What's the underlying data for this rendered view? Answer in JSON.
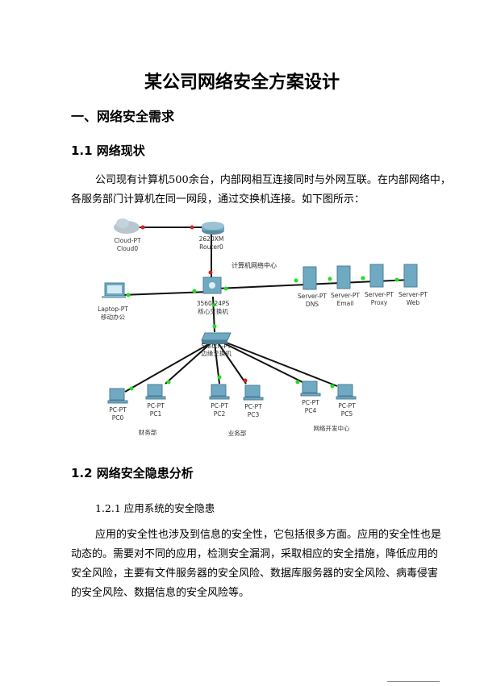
{
  "title": "某公司网络安全方案设计",
  "section1": {
    "heading": "一、网络安全需求",
    "sub1": {
      "heading": "1.1 网络现状",
      "lines": [
        "公司现有计算机500余台，内部网相互连接同时与外网互联。在内部网络中，",
        "各服务部门计算机在同一网段，通过交换机连接。如下图所示："
      ]
    },
    "sub2": {
      "heading": "1.2 网络安全隐患分析",
      "sub": {
        "heading": "1.2.1 应用系统的安全隐患",
        "lines": [
          "应用的安全性也涉及到信息的安全性，它包括很多方面。应用的安全性也是",
          "动态的。需要对不同的应用，检测安全漏洞，采取相应的安全措施，降低应用的",
          "安全风险，主要有文件服务器的安全风险、数据库服务器的安全风险、病毒侵害",
          "的安全风险、数据信息的安全风险等。"
        ]
      }
    }
  },
  "diagram": {
    "cloud": [
      "Cloud-PT",
      "Cloud0"
    ],
    "router": [
      "2620XM",
      "Router0"
    ],
    "center_label": "计算机网络中心",
    "core_switch": [
      "3560-24PS",
      "核心交换机"
    ],
    "laptop": [
      "Laptop-PT",
      "移动办公"
    ],
    "servers": [
      [
        "Server-PT",
        "DNS"
      ],
      [
        "Server-PT",
        "Email"
      ],
      [
        "Server-PT",
        "Proxy"
      ],
      [
        "Server-PT",
        "Web"
      ]
    ],
    "edge_switch": [
      "Switch-PT",
      "边缘交换机"
    ],
    "pcs": [
      [
        "PC-PT",
        "PC0"
      ],
      [
        "PC-PT",
        "PC1"
      ],
      [
        "PC-PT",
        "PC2"
      ],
      [
        "PC-PT",
        "PC3"
      ],
      [
        "PC-PT",
        "PC4"
      ],
      [
        "PC-PT",
        "PC5"
      ]
    ],
    "departments": [
      "财务部",
      "业务部",
      "网络开发中心"
    ],
    "colors": {
      "link_up": "#22dd22",
      "link_down": "#e02020",
      "device": "#6fa9c2"
    }
  }
}
